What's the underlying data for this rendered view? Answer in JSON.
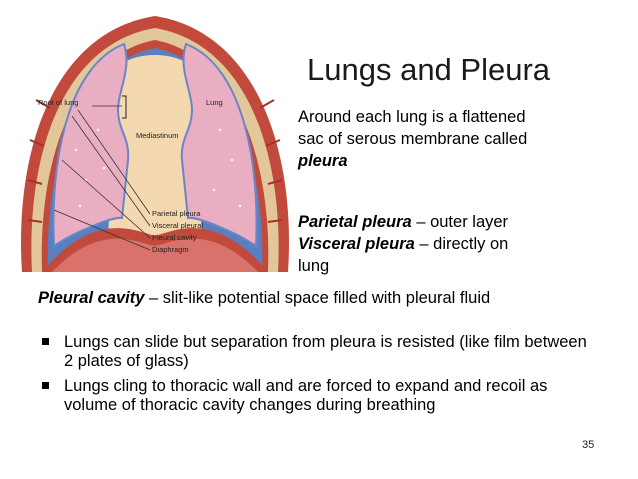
{
  "slide": {
    "title": "Lungs and Pleura",
    "intro_line1": "Around each lung is a flattened",
    "intro_line2": "sac of serous membrane called",
    "intro_term": "pleura",
    "parietal_term": "Parietal pleura",
    "parietal_desc": " – outer layer",
    "visceral_term": "Visceral pleura",
    "visceral_desc_1": " – directly on",
    "visceral_desc_2": "lung",
    "cavity_term": "Pleural cavity",
    "cavity_desc": " – slit-like potential space filled with pleural fluid",
    "bullets": [
      "Lungs can slide but separation from pleura is resisted (like film between 2 plates of glass)",
      "Lungs cling to thoracic wall and are forced to expand and recoil as volume of thoracic cavity changes during breathing"
    ],
    "page_number": "35"
  },
  "diagram": {
    "labels": {
      "root_of_lung": "Root of lung",
      "lung": "Lung",
      "mediastinum": "Mediastinum",
      "parietal_pleura": "Parietal pleura",
      "visceral_pleural": "Visceral pleural",
      "pleural_cavity": "Pleural cavity",
      "diaphragm": "Diaphragm"
    }
  },
  "colors": {
    "lung_fill": "#e9aec2",
    "pleura_blue": "#5a7fc0",
    "muscle_red": "#b8322e",
    "mediastinum": "#f3d8b0",
    "rib_bone": "#e2c79a"
  }
}
